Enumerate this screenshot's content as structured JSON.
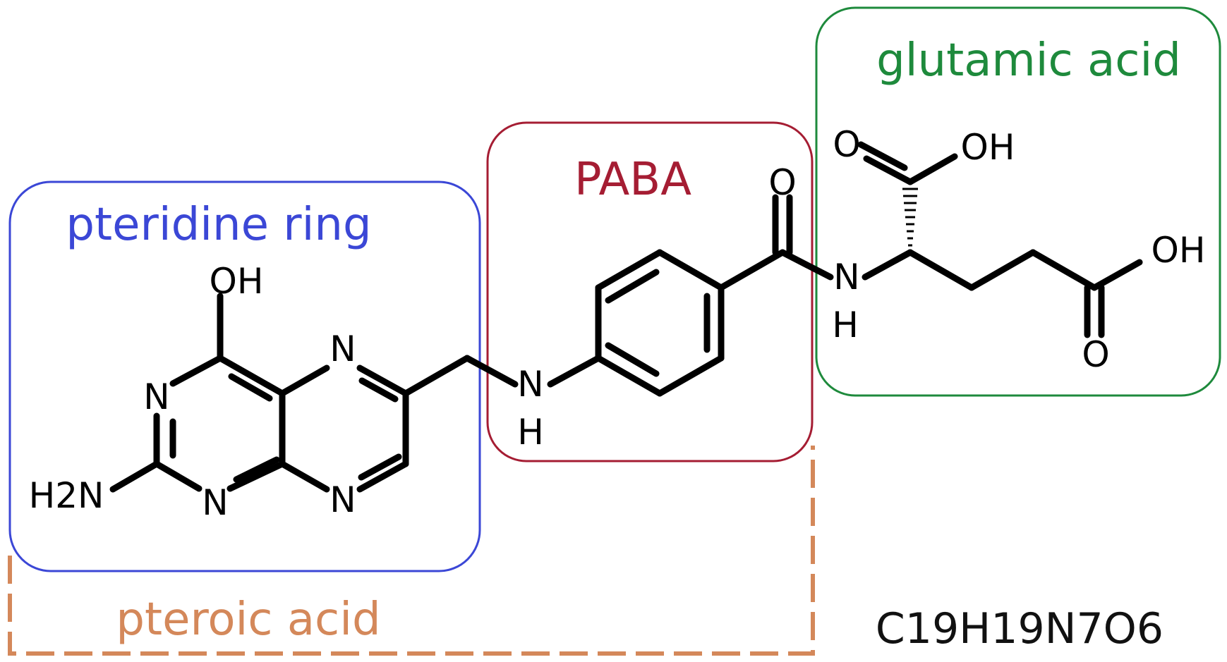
{
  "regions": {
    "pteridine": {
      "label": "pteridine ring",
      "color": "#3b47d6"
    },
    "paba": {
      "label": "PABA",
      "color": "#a51d33"
    },
    "glutamic": {
      "label": "glutamic acid",
      "color": "#1e8a3c"
    },
    "pteroic": {
      "label": "pteroic acid",
      "color": "#d4885a"
    }
  },
  "atoms": {
    "oh_top": "OH",
    "n_ring_left": "N",
    "h2n": "H2N",
    "n_ring_bottom": "N",
    "n_pyrazine_top": "N",
    "n_pyrazine_bottom": "N",
    "n_linker": "N",
    "h_linker": "H",
    "o_amide": "O",
    "n_amide": "N",
    "h_amide": "H",
    "o_alpha": "O",
    "oh_alpha": "OH",
    "oh_gamma": "OH",
    "o_gamma": "O"
  },
  "formula": "C19H19N7O6"
}
